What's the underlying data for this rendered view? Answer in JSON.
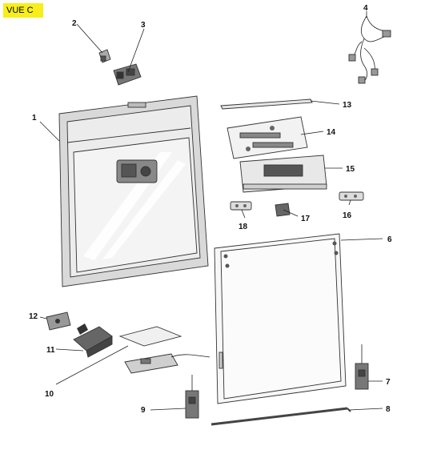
{
  "view_label": "VUE C",
  "callouts": {
    "c1": "1",
    "c2": "2",
    "c3": "3",
    "c4": "4",
    "c6": "6",
    "c7": "7",
    "c8": "8",
    "c9": "9",
    "c10": "10",
    "c11": "11",
    "c12": "12",
    "c13": "13",
    "c14": "14",
    "c15": "15",
    "c16": "16",
    "c17": "17",
    "c18": "18"
  }
}
